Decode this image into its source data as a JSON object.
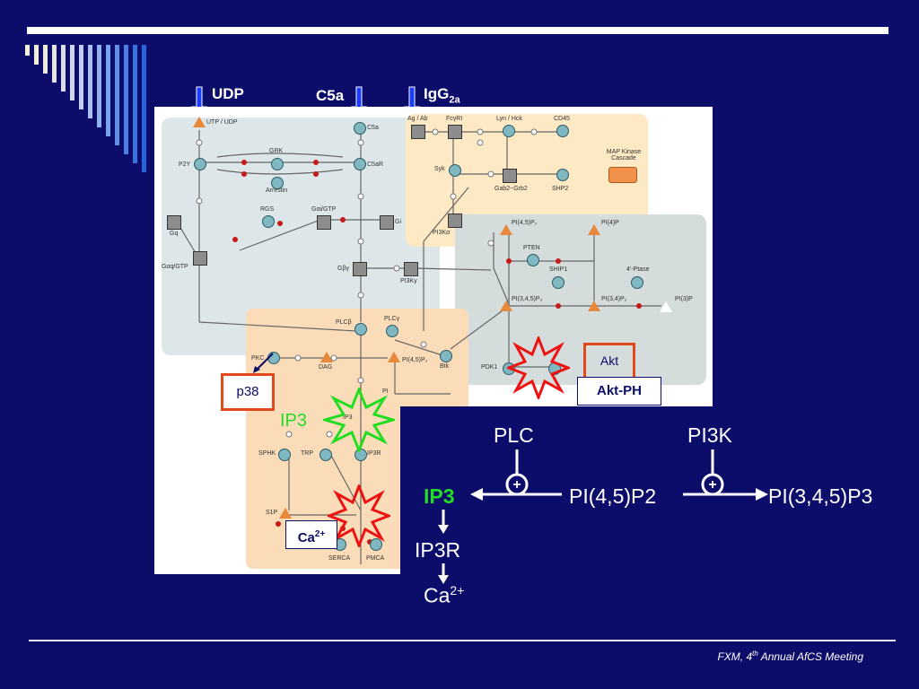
{
  "top_labels": {
    "udp": "UDP",
    "c5a": "C5a",
    "igg": "IgG",
    "igg_sub": "2a"
  },
  "pathway": {
    "nodes": {
      "utp_udp": "UTP / UDP",
      "p2y": "P2Y",
      "grk": "GRK",
      "arrestin": "Arrestin",
      "c5a_node": "C5a",
      "c5ar": "C5aR",
      "rgs": "RGS",
      "gai_gtp": "Gαi/GTP",
      "gq": "Gq",
      "gi": "Gi",
      "gaq_gtp": "Gαq/GTP",
      "gbg": "Gβγ",
      "pi3kg": "PI3Kγ",
      "plcb": "PLCβ",
      "plcg": "PLCγ",
      "pkc": "PKC",
      "dag": "DAG",
      "pi45p2": "PI(4,5)P₂",
      "btk": "Btk",
      "ag_ab": "Ag / Ab",
      "fcgri": "FcγRI",
      "lyn_hck": "Lyn / Hck",
      "cd45": "CD45",
      "syk": "Syk",
      "mapk": "MAP Kinase Cascade",
      "gab2": "Gab2~Grb2",
      "shp2": "SHP2",
      "pi3ka": "PI3Kα",
      "pi45p2b": "PI(4,5)P₂",
      "pi4p": "PI(4)P",
      "pten": "PTEN",
      "ship1": "SHIP1",
      "ptase4": "4'-Ptase",
      "pi345p3": "PI(3,4,5)P₃",
      "pi34p2": "PI(3,4)P₂",
      "pi3p": "PI(3)P",
      "pdk1": "PDK1",
      "sphk": "SPHK",
      "trp": "TRP",
      "ip3r": "IP3R",
      "s1p": "S1P",
      "serca": "SERCA",
      "pmca": "PMCA",
      "ip3_small": "IP3",
      "pi_small": "PI"
    },
    "callouts": {
      "p38": "p38",
      "ip3": "IP3",
      "ca": "Ca",
      "ca_sup": "2+",
      "akt": "Akt",
      "akt_ph": "Akt-PH"
    }
  },
  "schematic": {
    "plc": "PLC",
    "pi3k": "PI3K",
    "plus": "+",
    "ip3": "IP3",
    "pi45p2": "PI(4,5)P2",
    "pi345p3": "PI(3,4,5)P3",
    "ip3r": "IP3R",
    "ca": "Ca",
    "ca_sup": "2+"
  },
  "footer": {
    "pre": "FXM, 4",
    "sup": "th",
    "post": " Annual AfCS Meeting"
  },
  "colors": {
    "background": "#0c0c6a",
    "ip3_green": "#22dd22",
    "star_red": "#ee1111",
    "star_green": "#22dd22",
    "arrow_blue": "#1a3cff",
    "callout_red": "#e04a1a"
  }
}
